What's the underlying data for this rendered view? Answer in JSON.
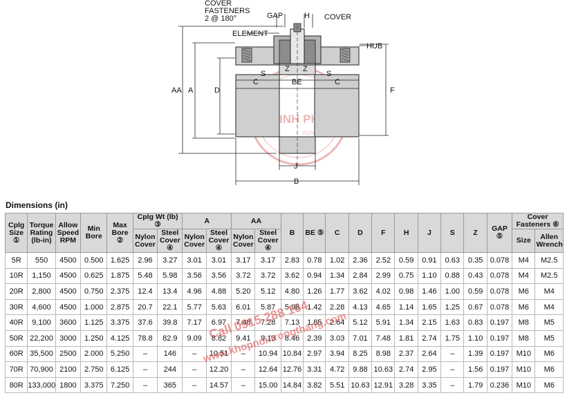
{
  "drawing": {
    "labels": {
      "cover_fasteners_1": "COVER",
      "cover_fasteners_2": "FASTENERS",
      "cover_fasteners_3": "2 @ 180°",
      "gap": "GAP",
      "h": "H",
      "cover": "COVER",
      "element": "ELEMENT",
      "hub": "HUB",
      "aa": "AA",
      "a": "A",
      "d": "D",
      "f": "F",
      "s_left": "S",
      "z_left": "Z",
      "z_right": "Z",
      "s_right": "S",
      "c_left": "C",
      "be": "BE",
      "c_right": "C",
      "j": "J",
      "b": "B"
    },
    "logo": {
      "brand": "MINH PHÚ",
      "sub": "FILTRATION"
    }
  },
  "table": {
    "title": "Dimensions (in)",
    "headers": {
      "cplg_size": "Cplg Size ①",
      "torque": "Torque Rating (lb-in)",
      "speed": "Allow Speed RPM",
      "min_bore": "Min Bore",
      "max_bore": "Max Bore ②",
      "wt_group": "Cplg Wt (lb) ③",
      "a_group": "A",
      "aa_group": "AA",
      "b": "B",
      "be": "BE ⑤",
      "c": "C",
      "d": "D",
      "f": "F",
      "h": "H",
      "j": "J",
      "s": "S",
      "z": "Z",
      "gap": "GAP ⑤",
      "fasteners_group": "Cover Fasteners ⑥",
      "nylon_cover": "Nylon Cover",
      "steel_cover": "Steel Cover ④",
      "size": "Size",
      "allen_wrench": "Allen Wrench"
    },
    "rows": [
      [
        "5R",
        "550",
        "4500",
        "0.500",
        "1.625",
        "2.96",
        "3.27",
        "3.01",
        "3.01",
        "3.17",
        "3.17",
        "2.83",
        "0.78",
        "1.02",
        "2.36",
        "2.52",
        "0.59",
        "0.91",
        "0.63",
        "0.35",
        "0.078",
        "M4",
        "M2.5"
      ],
      [
        "10R",
        "1,150",
        "4500",
        "0.625",
        "1.875",
        "5.48",
        "5.98",
        "3.56",
        "3.56",
        "3.72",
        "3.72",
        "3.62",
        "0.94",
        "1.34",
        "2.84",
        "2.99",
        "0.75",
        "1.10",
        "0.88",
        "0.43",
        "0.078",
        "M4",
        "M2.5"
      ],
      [
        "20R",
        "2,800",
        "4500",
        "0.750",
        "2.375",
        "12.4",
        "13.4",
        "4.96",
        "4.88",
        "5.20",
        "5.12",
        "4.80",
        "1.26",
        "1.77",
        "3.62",
        "4.02",
        "0.98",
        "1.46",
        "1.00",
        "0.59",
        "0.078",
        "M6",
        "M4"
      ],
      [
        "30R",
        "4,600",
        "4500",
        "1.000",
        "2.875",
        "20.7",
        "22.1",
        "5.77",
        "5.63",
        "6.01",
        "5.87",
        "5.98",
        "1.42",
        "2.28",
        "4.13",
        "4.65",
        "1.14",
        "1.65",
        "1.25",
        "0.67",
        "0.078",
        "M6",
        "M4"
      ],
      [
        "40R",
        "9,100",
        "3600",
        "1.125",
        "3.375",
        "37.6",
        "39.8",
        "7.17",
        "6.97",
        "7.48",
        "7.28",
        "7.13",
        "1.85",
        "2.64",
        "5.12",
        "5.91",
        "1.34",
        "2.15",
        "1.63",
        "0.83",
        "0.197",
        "M8",
        "M5"
      ],
      [
        "50R",
        "22,200",
        "3000",
        "1.250",
        "4.125",
        "78.8",
        "82.9",
        "9.09",
        "8.82",
        "9.41",
        "9.13",
        "8.46",
        "2.39",
        "3.03",
        "7.01",
        "7.48",
        "1.81",
        "2.74",
        "1.75",
        "1.10",
        "0.197",
        "M8",
        "M5"
      ],
      [
        "60R",
        "35,500",
        "2500",
        "2.000",
        "5.250",
        "–",
        "146",
        "–",
        "10.51",
        "–",
        "10.94",
        "10.84",
        "2.97",
        "3.94",
        "8.25",
        "8.98",
        "2.37",
        "2.64",
        "–",
        "1.39",
        "0.197",
        "M10",
        "M6"
      ],
      [
        "70R",
        "70,900",
        "2100",
        "2.750",
        "6.125",
        "–",
        "244",
        "–",
        "12.20",
        "–",
        "12.64",
        "12.76",
        "3.31",
        "4.72",
        "9.88",
        "10.63",
        "2.74",
        "2.95",
        "–",
        "1.56",
        "0.197",
        "M10",
        "M6"
      ],
      [
        "80R",
        "133,000",
        "1800",
        "3.375",
        "7.250",
        "–",
        "365",
        "–",
        "14.57",
        "–",
        "15.00",
        "14.84",
        "3.82",
        "5.51",
        "10.63",
        "12.91",
        "3.28",
        "3.35",
        "–",
        "1.79",
        "0.236",
        "M10",
        "M6"
      ]
    ]
  },
  "watermark": {
    "line1": "Call 0915 288 164",
    "line2": "www.khopnoi.trongthang.com"
  }
}
